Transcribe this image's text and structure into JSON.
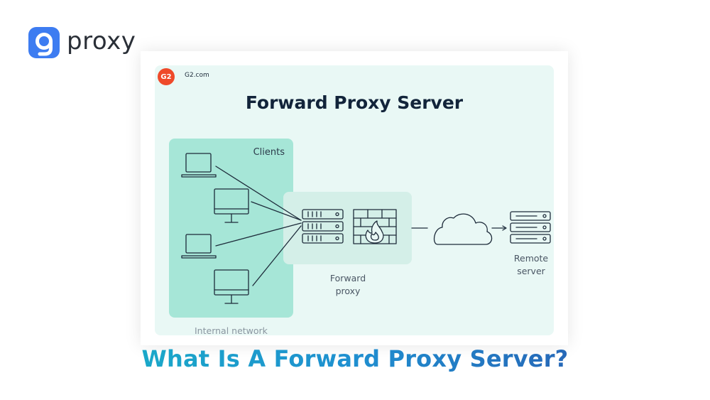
{
  "brand": {
    "name": "proxy",
    "icon": "brand-logo-icon",
    "color": "#3d7cf1"
  },
  "card": {
    "source_badge": "G2",
    "source_site": "G2.com",
    "title": "Forward Proxy Server",
    "background": "#e9f8f5"
  },
  "diagram": {
    "clients_label": "Clients",
    "internal_network_label": "Internal network",
    "forward_proxy_label_line1": "Forward",
    "forward_proxy_label_line2": "proxy",
    "remote_server_label_line1": "Remote",
    "remote_server_label_line2": "server",
    "colors": {
      "clients_area": "#a6e6d7",
      "proxy_area": "#d4efe8",
      "stroke": "#1d2b3a",
      "fire": "#1d2b3a"
    },
    "icons": [
      "laptop-icon",
      "monitor-icon",
      "server-rack-icon",
      "firewall-icon",
      "cloud-icon"
    ]
  },
  "headline": "What Is A Forward Proxy Server?"
}
